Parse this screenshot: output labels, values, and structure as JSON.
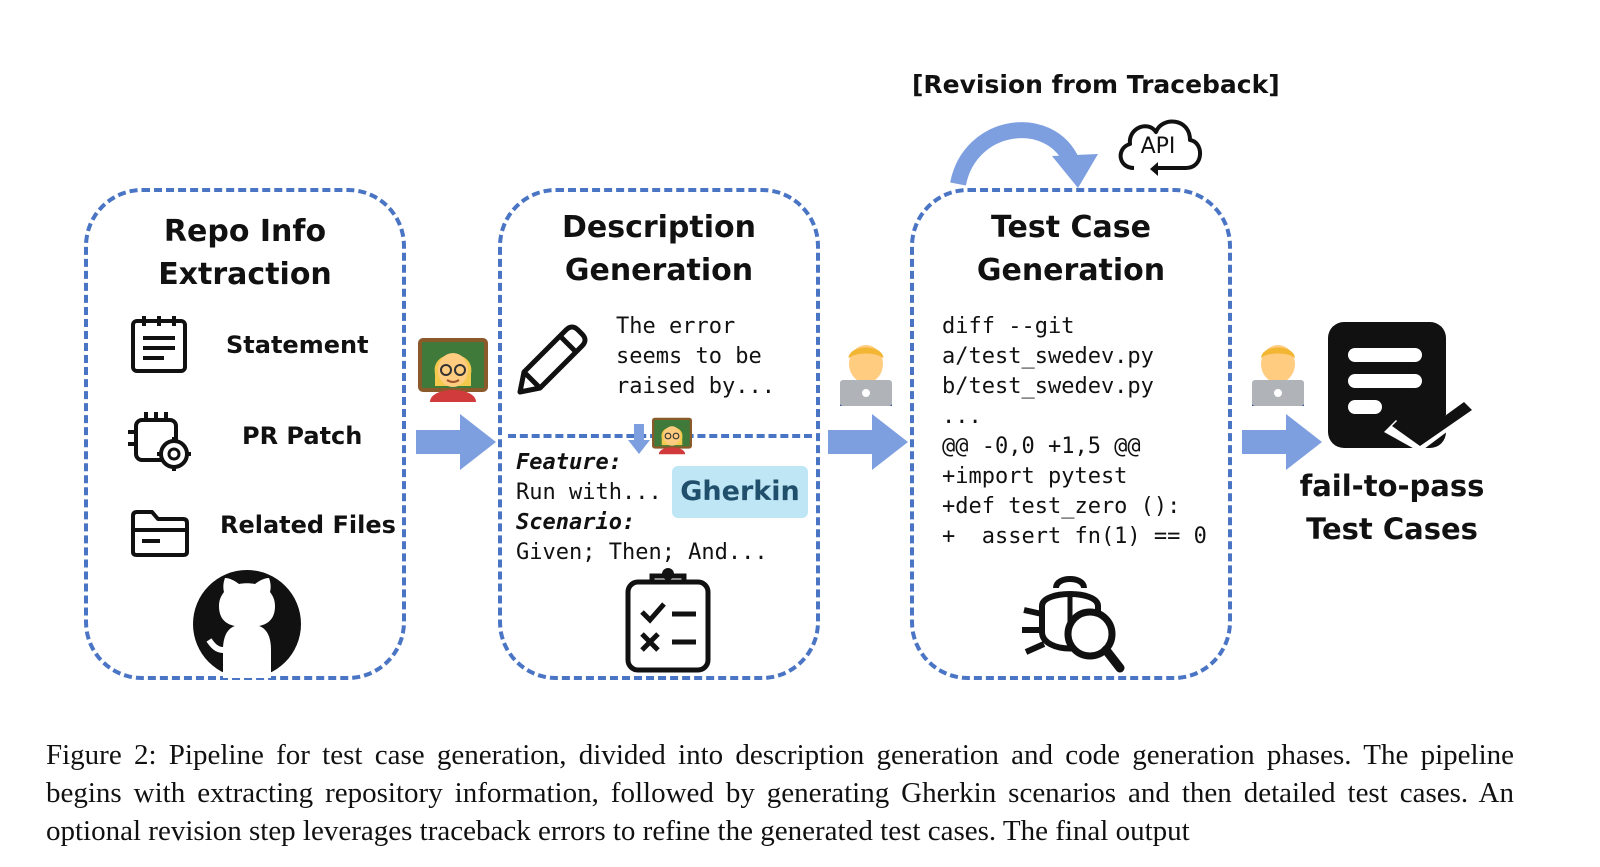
{
  "top_annotation": "[Revision from Traceback]",
  "api_label": "API",
  "panels": {
    "repo": {
      "title_line1": "Repo Info",
      "title_line2": "Extraction",
      "items": [
        "Statement",
        "PR Patch",
        "Related Files"
      ]
    },
    "description": {
      "title_line1": "Description",
      "title_line2": "Generation",
      "text_lines": [
        "The error",
        "seems to be",
        "raised by..."
      ],
      "gherkin_lines": [
        "Feature:",
        "Run with...",
        "Scenario:",
        "Given; Then; And..."
      ],
      "gherkin_badge": "Gherkin"
    },
    "testcase": {
      "title_line1": "Test Case",
      "title_line2": "Generation",
      "code_lines": [
        "diff --git",
        "a/test_swedev.py",
        "b/test_swedev.py",
        "...",
        "@@ -0,0 +1,5 @@",
        "+import pytest",
        "+def test_zero ():",
        "+  assert fn(1) == 0"
      ]
    }
  },
  "output": {
    "line1": "fail-to-pass",
    "line2": "Test Cases"
  },
  "caption": "Figure 2: Pipeline for test case generation, divided into description generation and code generation phases. The pipeline begins with extracting repository information, followed by generating Gherkin scenarios and then detailed test cases. An optional revision step leverages traceback errors to refine the generated test cases. The final output",
  "colors": {
    "dash_border": "#4a74c4",
    "arrow": "#7d9fe0",
    "gherkin_badge": "#bfe6f5",
    "icon": "#111111"
  },
  "icons": [
    "notepad-icon",
    "circuit-gear-icon",
    "folder-icon",
    "github-icon",
    "pencil-icon",
    "checklist-clipboard-icon",
    "bug-search-icon",
    "cloud-api-icon",
    "document-check-icon",
    "teacher-emoji",
    "technologist-emoji"
  ]
}
